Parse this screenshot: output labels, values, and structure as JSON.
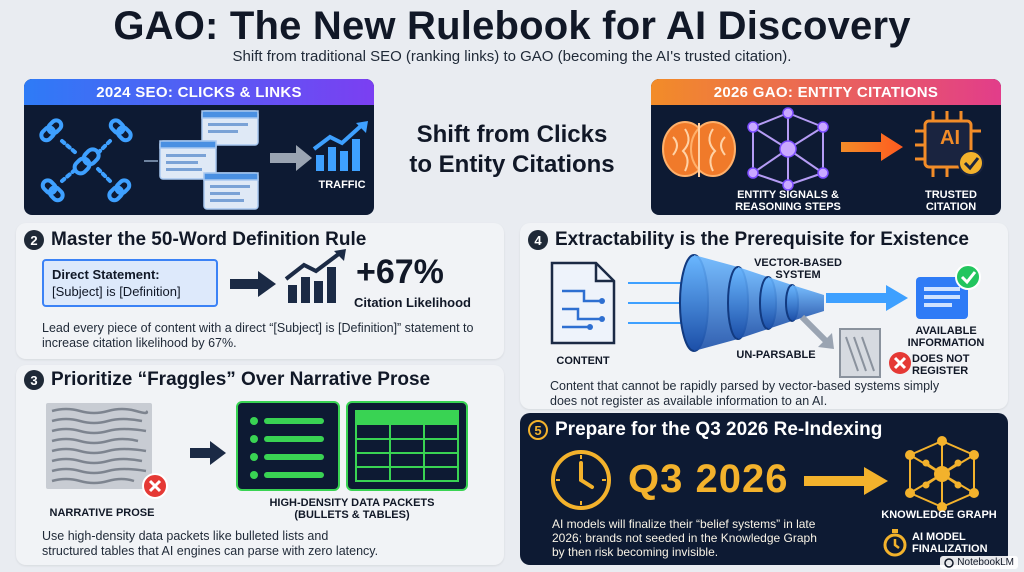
{
  "header": {
    "title": "GAO: The New Rulebook for AI Discovery",
    "subtitle": "Shift from traditional SEO (ranking links) to GAO (becoming the AI's trusted citation)."
  },
  "seo_panel": {
    "heading": "2024 SEO: CLICKS & LINKS",
    "traffic_label": "TRAFFIC"
  },
  "center": {
    "line1": "Shift from Clicks",
    "line2": "to Entity Citations"
  },
  "gao_panel": {
    "heading": "2026 GAO: ENTITY CITATIONS",
    "entity_label_1": "ENTITY SIGNALS &",
    "entity_label_2": "REASONING STEPS",
    "trusted_label_1": "TRUSTED",
    "trusted_label_2": "CITATION",
    "chip_text": "AI"
  },
  "section2": {
    "number": "2",
    "title": "Master the 50-Word Definition Rule",
    "statement_title": "Direct Statement:",
    "statement_body": "[Subject] is [Definition]",
    "stat_value": "+67%",
    "stat_label": "Citation Likelihood",
    "body": "Lead every piece of content with a direct “[Subject] is [Definition]” statement to increase citation likelihood by 67%."
  },
  "section3": {
    "number": "3",
    "title": "Prioritize “Fraggles” Over Narrative Prose",
    "prose_label": "NARRATIVE PROSE",
    "packets_label_1": "HIGH-DENSITY DATA PACKETS",
    "packets_label_2": "(BULLETS & TABLES)",
    "body_1": "Use high-density data packets like bulleted lists and",
    "body_2": "structured tables that AI engines can parse with zero latency."
  },
  "section4": {
    "number": "4",
    "title": "Extractability is the Prerequisite for Existence",
    "content_label": "CONTENT",
    "system_label_1": "VECTOR-BASED",
    "system_label_2": "SYSTEM",
    "unparsable_label": "UN-PARSABLE",
    "available_label_1": "AVAILABLE",
    "available_label_2": "INFORMATION",
    "not_register_1": "DOES NOT",
    "not_register_2": "REGISTER",
    "body_1": "Content that cannot be rapidly parsed by vector-based systems simply",
    "body_2": "does not register as available information to an AI."
  },
  "section5": {
    "number": "5",
    "title": "Prepare for the Q3 2026 Re-Indexing",
    "big_date": "Q3 2026",
    "kg_label": "KNOWLEDGE GRAPH",
    "final_label_1": "AI MODEL",
    "final_label_2": "FINALIZATION",
    "body_1": "AI models will finalize their “belief systems” in late",
    "body_2": "2026; brands not seeded in the Knowledge Graph",
    "body_3": "by then risk becoming invisible."
  },
  "watermark": "NotebookLM",
  "colors": {
    "seo_gradient": [
      "#2e7bf6",
      "#7b3ff2"
    ],
    "gao_gradient": [
      "#f28c28",
      "#e23d8a"
    ],
    "dark_panel": "#0d1a33",
    "neon_green": "#39d353",
    "gold": "#f3b22c",
    "error_red": "#e53935",
    "accent_blue": "#3b82f6"
  },
  "icons": [
    "chain-link-icon",
    "browser-window-icon",
    "trend-chart-icon",
    "brain-icon",
    "network-graph-icon",
    "ai-chip-icon",
    "document-icon",
    "funnel-icon",
    "error-x-icon",
    "check-icon",
    "clock-icon",
    "stopwatch-icon"
  ]
}
